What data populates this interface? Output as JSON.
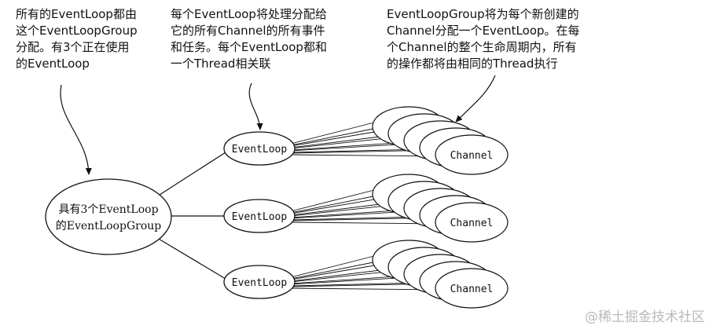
{
  "captions": {
    "left": [
      "所有的EventLoop都由",
      "这个EventLoopGroup",
      "分配。有3个正在使用",
      "的EventLoop"
    ],
    "middle": [
      "每个EventLoop将处理分配给",
      "它的所有Channel的所有事件",
      "和任务。每个EventLoop都和",
      "一个Thread相关联"
    ],
    "right": [
      "EventLoopGroup将为每个新创建的",
      "Channel分配一个EventLoop。在每",
      "个Channel的整个生命周期内，所有",
      "的操作都将由相同的Thread执行"
    ]
  },
  "group_node": {
    "line1": "具有3个EventLoop",
    "line2": "的EventLoopGroup"
  },
  "eventloops": [
    {
      "label": "EventLoop"
    },
    {
      "label": "EventLoop"
    },
    {
      "label": "EventLoop"
    }
  ],
  "channel_label": "Channel",
  "watermark": "@稀土掘金技术社区"
}
